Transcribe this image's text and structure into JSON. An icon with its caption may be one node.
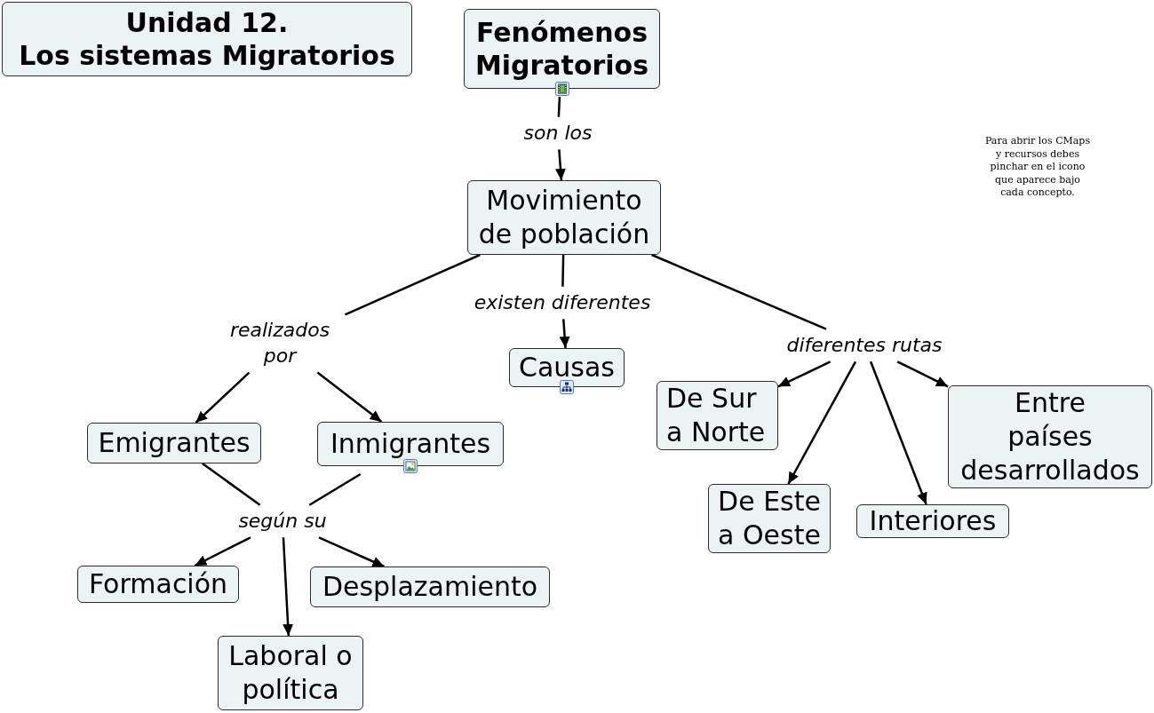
{
  "diagram": {
    "nodes": [
      {
        "text": [
          "Unidad 12.",
          "Los sistemas Migratorios"
        ]
      },
      {
        "text": [
          "Fenómenos Migratorios"
        ]
      },
      {
        "text": [
          "son los"
        ]
      },
      {
        "text": [
          "Movimiento de población"
        ]
      },
      {
        "text": [
          "realizados por"
        ]
      },
      {
        "text": [
          "existen diferentes"
        ]
      },
      {
        "text": [
          "diferentes rutas"
        ]
      },
      {
        "text": [
          "Causas"
        ]
      },
      {
        "text": [
          "Emigrantes"
        ]
      },
      {
        "text": [
          "Inmigrantes"
        ]
      },
      {
        "text": [
          "De Sur a Norte"
        ]
      },
      {
        "text": [
          "Entre países desarrollados"
        ]
      },
      {
        "text": [
          "según su"
        ]
      },
      {
        "text": [
          "De Este a Oeste"
        ]
      },
      {
        "text": [
          "Interiores"
        ]
      },
      {
        "text": [
          "Formación"
        ]
      },
      {
        "text": [
          "Desplazamiento"
        ]
      },
      {
        "text": [
          "Laboral o política"
        ]
      }
    ],
    "edges": [
      {
        "from": 1,
        "to": 2,
        "arrow": "none"
      },
      {
        "from": 2,
        "to": 3,
        "arrow": "to"
      },
      {
        "from": 3,
        "to": 4,
        "arrow": "none"
      },
      {
        "from": 4,
        "to": 8,
        "arrow": "to"
      },
      {
        "from": 4,
        "to": 9,
        "arrow": "to"
      },
      {
        "from": 3,
        "to": 5,
        "arrow": "none"
      },
      {
        "from": 5,
        "to": 7,
        "arrow": "to"
      },
      {
        "from": 3,
        "to": 6,
        "arrow": "none"
      },
      {
        "from": 6,
        "to": 10,
        "arrow": "to"
      },
      {
        "from": 6,
        "to": 13,
        "arrow": "to"
      },
      {
        "from": 6,
        "to": 14,
        "arrow": "to"
      },
      {
        "from": 6,
        "to": 11,
        "arrow": "to"
      },
      {
        "from": 8,
        "to": 12,
        "arrow": "none"
      },
      {
        "from": 9,
        "to": 12,
        "arrow": "none"
      },
      {
        "from": 12,
        "to": 15,
        "arrow": "to"
      },
      {
        "from": 12,
        "to": 17,
        "arrow": "to"
      },
      {
        "from": 12,
        "to": 16,
        "arrow": "to"
      }
    ],
    "labels": [
      "Para abrir los CMaps y recursos debes pinchar en el icono que aparece bajo cada concepto."
    ]
  }
}
